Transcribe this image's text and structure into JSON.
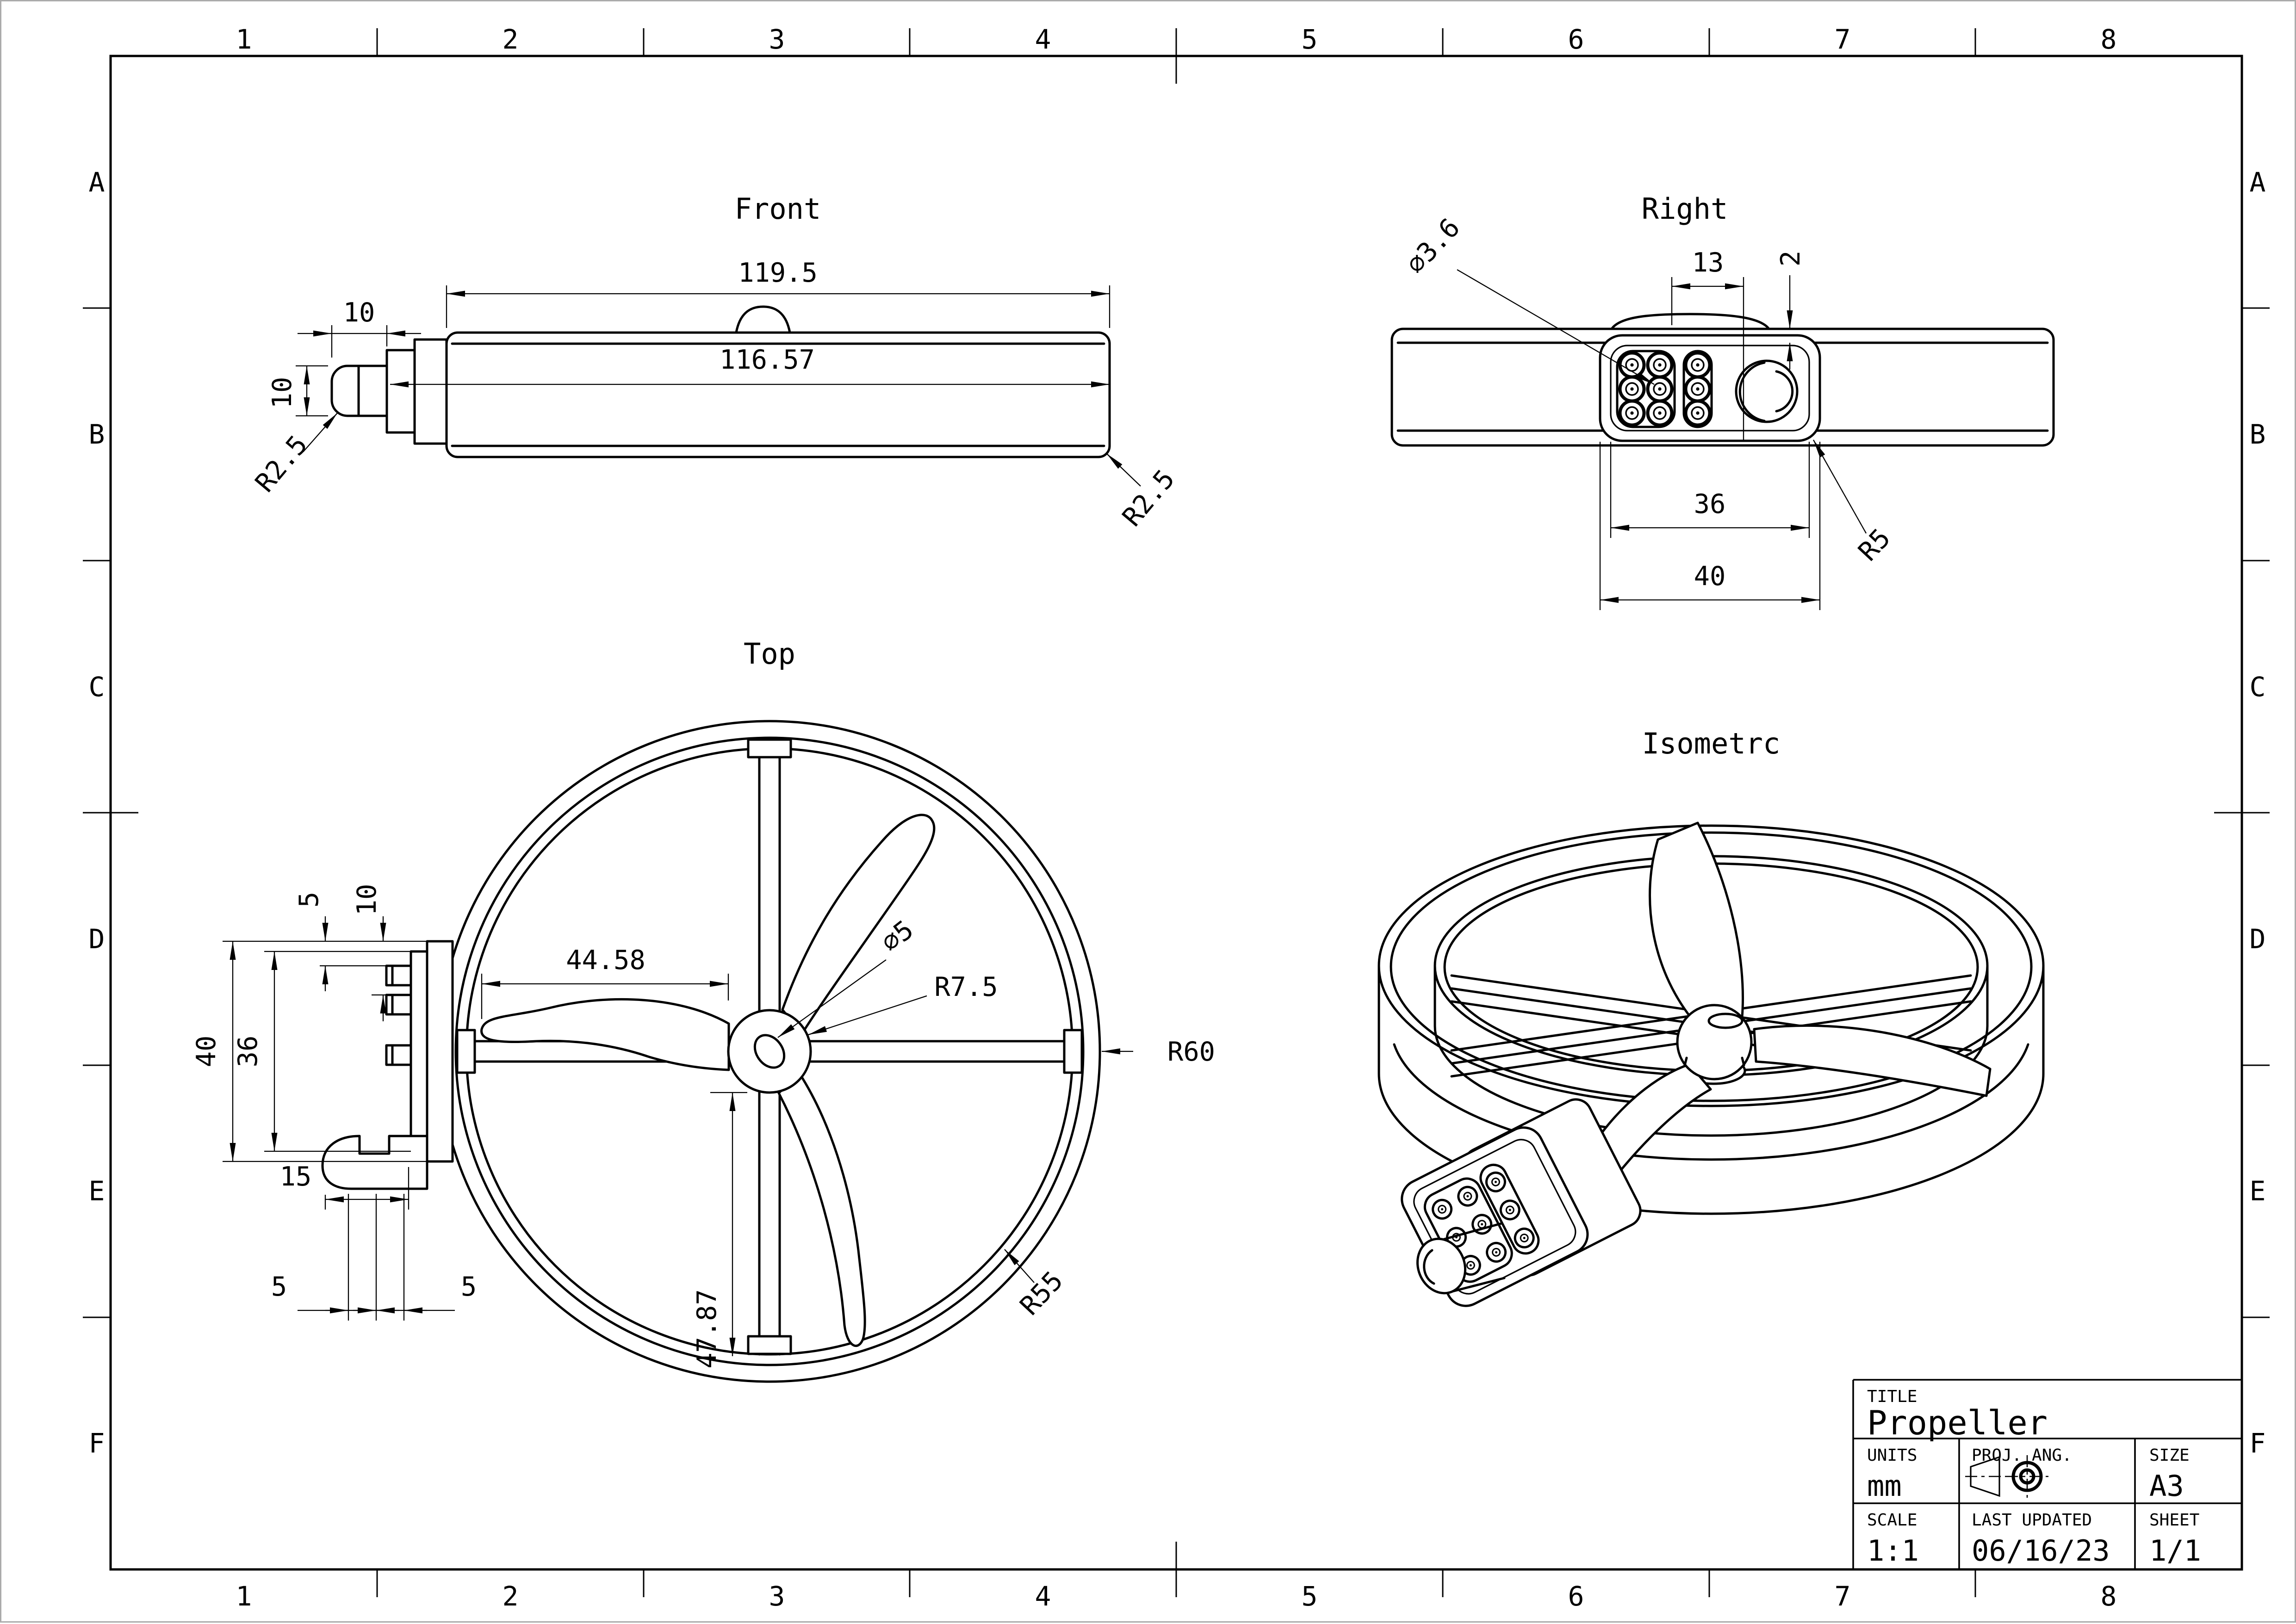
{
  "page": {
    "background": "#ffffff",
    "line_color": "#000000",
    "paper_edge_color": "#ababab"
  },
  "border": {
    "columns": [
      "1",
      "2",
      "3",
      "4",
      "5",
      "6",
      "7",
      "8"
    ],
    "rows": [
      "A",
      "B",
      "C",
      "D",
      "E",
      "F"
    ]
  },
  "views": {
    "front": {
      "title": "Front",
      "dims": {
        "overall_width": "119.5",
        "inner_width": "116.57",
        "shaft_length": "10",
        "shaft_height": "10",
        "fillet_left": "R2.5",
        "fillet_right": "R2.5"
      }
    },
    "right": {
      "title": "Right",
      "dims": {
        "pin_hole_dia": "⌀3.6",
        "pin_spacing": "13",
        "wall_thickness": "2",
        "plate_inner_width": "36",
        "plate_outer_width": "40",
        "corner_radius": "R5"
      }
    },
    "top": {
      "title": "Top",
      "dims": {
        "step_small": "5",
        "step_large": "10",
        "block_height": "40",
        "block_inner_height": "36",
        "blade_length": "44.58",
        "hub_hole_dia": "⌀5",
        "hub_radius": "R7.5",
        "ring_outer_radius": "R60",
        "ring_inner_radius": "R55",
        "hook_length": "15",
        "chain_left": "5",
        "chain_right": "5",
        "blade_sweep": "47.87"
      }
    },
    "isometric": {
      "title": "Isometrc"
    }
  },
  "title_block": {
    "title_label": "TITLE",
    "title": "Propeller",
    "units_label": "UNITS",
    "units": "mm",
    "projection_label": "PROJ. ANG.",
    "size_label": "SIZE",
    "size": "A3",
    "scale_label": "SCALE",
    "scale": "1:1",
    "updated_label": "LAST UPDATED",
    "updated": "06/16/23",
    "sheet_label": "SHEET",
    "sheet": "1/1"
  }
}
